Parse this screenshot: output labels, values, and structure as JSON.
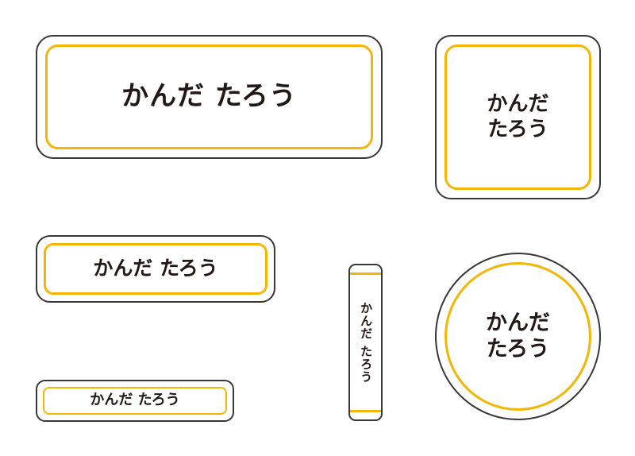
{
  "labels": {
    "large_rect": {
      "text": "かんだ たろう"
    },
    "square": {
      "text": "かんだ\nたろう"
    },
    "medium_rect": {
      "text": "かんだ たろう"
    },
    "small_rect": {
      "text": "かんだ たろう"
    },
    "vertical_strip": {
      "text": "かんだ たろう"
    },
    "circle": {
      "text": "かんだ\nたろう"
    }
  },
  "colors": {
    "outline": "#3b3638",
    "accent_frame": "#f2b705",
    "text": "#231815",
    "background": "#ffffff"
  }
}
